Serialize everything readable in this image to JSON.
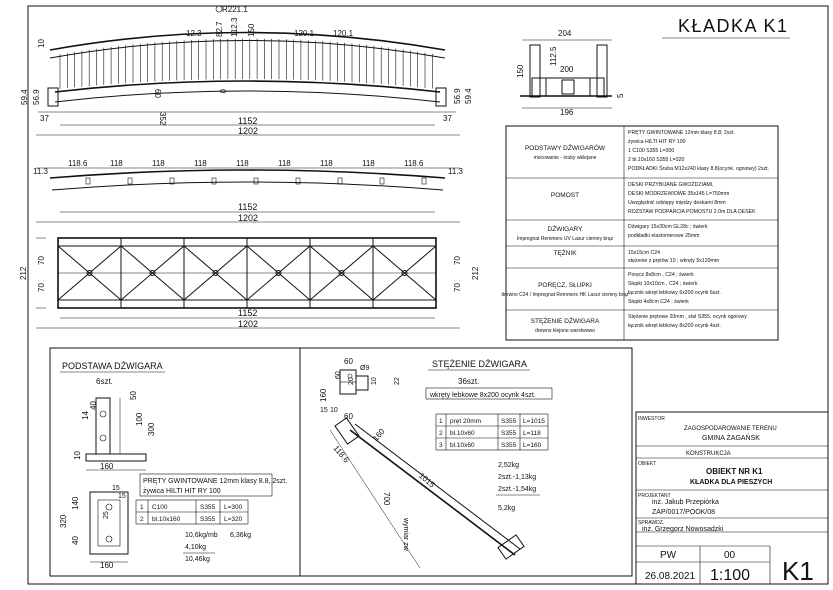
{
  "title": "KŁADKA K1",
  "elevation": {
    "top_radius": "R221.1",
    "dims_top": [
      "12.3",
      "82.7",
      "112.3",
      "150",
      "120.1",
      "120.1"
    ],
    "left_dims": [
      "10",
      "59.4",
      "56.9",
      "37"
    ],
    "right_dims": [
      "59.4",
      "56.9",
      "37"
    ],
    "mid_dims": [
      "60",
      "352",
      "0"
    ],
    "span_inner": "1152",
    "span_total": "1202"
  },
  "section": {
    "top": "204",
    "inner": "200",
    "height": "150",
    "post": "112.5",
    "bottom": "196",
    "side": "5"
  },
  "plan_top": {
    "ends": [
      "11.3",
      "11.3"
    ],
    "segments": [
      "118.6",
      "118",
      "118",
      "118",
      "118",
      "118",
      "118",
      "118",
      "118.6"
    ],
    "span_inner": "1152",
    "span_total": "1202"
  },
  "plan_bottom": {
    "left": [
      "212",
      "70",
      "70"
    ],
    "right": [
      "212",
      "70",
      "70"
    ],
    "span_inner": "1152",
    "span_total": "1202"
  },
  "spec": {
    "rows": [
      {
        "label": "PODSTAWY DŹWIGARÓW",
        "sub": "mocowanie - śruby wklejane",
        "lines": [
          "PRĘTY GWINTOWANE 12mm klasy 8.8; 2szt.",
          "żywica HILTI HIT RY 100",
          "1  C100    S355  L=300",
          "2  bl.10x160   S355  L=320",
          "PODKŁADKI   Śruba M12x240 klasy 8.8(ocynk. ogniowy) 2szt."
        ]
      },
      {
        "label": "POMOST",
        "sub": "",
        "lines": [
          "DESKI PRZYBIJANE GWOŹDZIAMI,",
          "DESKI MODRZEWIOWE 35x145 L=750mm",
          "Uwzględnić odstępy między deskami 8mm",
          "ROZSTAW PODPARCIA POMOSTU 2.0m DLA DESEK"
        ]
      },
      {
        "label": "DŹWIGARY",
        "sub": "Impregnat Remmers UV Lasur ciemny brąz",
        "lines": [
          "Dźwigary 15x30cm GL28c ; świerk",
          "podkładki elastomerowe 25mm"
        ]
      },
      {
        "label": "TĘŻNIK",
        "sub": "",
        "lines": [
          "15x15cm C24",
          "stężenie z prętów 10 ; wkręty 5x120mm"
        ]
      },
      {
        "label": "PORĘCZ, SŁUPKI",
        "sub": "drewno C24 / Impregnat Remmers HK Lasur ciemny brąz",
        "lines": [
          "Poręcz 8x8cm , C24 ; świerk",
          "Słupki 10x10cm , C24 ; świerk",
          "łącznik  wkręt łebkowy 6x200 ocynk  6szt.",
          "Słupki 4x8cm C24 ; świerk"
        ]
      },
      {
        "label": "STĘŻENIE DŹWIGARA",
        "sub": "drewno klejone warstwowo",
        "lines": [
          "Stężenie prętowe 20mm , stal S355, ocynk ogniowy",
          "łącznik  wkręt łebkowy 8x200 ocynk 4szt."
        ]
      }
    ]
  },
  "detail_base": {
    "title": "PODSTAWA DŹWIGARA",
    "qty": "6szt.",
    "dims": [
      "14",
      "40",
      "50",
      "100",
      "300",
      "10",
      "160",
      "320",
      "140",
      "40",
      "160",
      "15",
      "25",
      "15"
    ],
    "rods": "PRĘTY GWINTOWANE 12mm klasy 8.8, 2szt.",
    "resin": "żywica HILTI HIT RY 100",
    "parts": [
      {
        "no": "1",
        "name": "C100",
        "mat": "S355",
        "len": "L=300"
      },
      {
        "no": "2",
        "name": "bl.10x160",
        "mat": "S355",
        "len": "L=320"
      }
    ],
    "weights": [
      "10,6kg/mb",
      "6,36kg",
      "4,10kg",
      "10,46kg"
    ]
  },
  "detail_brace": {
    "title": "STĘŻENIE DŹWIGARA",
    "qty": "36szt.",
    "screws": "wkręty łebkowe 8x200 ocynk 4szt.",
    "dims_top": [
      "60",
      "Ø9",
      "60",
      "20",
      "22",
      "10",
      "160",
      "15",
      "10"
    ],
    "dims_side": [
      "60",
      "118.6",
      "1015",
      "700",
      "160"
    ],
    "parts": [
      {
        "no": "1",
        "name": "pręt 20mm",
        "mat": "S355",
        "len": "L=1015"
      },
      {
        "no": "2",
        "name": "bl.10x60",
        "mat": "S355",
        "len": "L=118"
      },
      {
        "no": "3",
        "name": "bl.10x60",
        "mat": "S355",
        "len": "L=160"
      }
    ],
    "weights": [
      "2,52kg",
      "2szt.-1,13kg",
      "2szt.-1,54kg",
      "5,2kg"
    ],
    "vertical_note": "wymiar zw"
  },
  "titleblock": {
    "investor_label": "INWESTOR",
    "investor": [
      "ZAGOSPODAROWANIE TERENU",
      "GMINA ŻAGAŃSK"
    ],
    "stage": "KONSTRUKCJA",
    "object_label": "OBIEKT",
    "object": [
      "OBIEKT NR K1",
      "KŁADKA DLA PIESZYCH"
    ],
    "designer_label": "PROJEKTANT",
    "designer": [
      "inż. Jakub Przepiórka",
      "ZAP/0017/POOK/08"
    ],
    "checker_label": "SPRAWDZ.",
    "checker": "inż. Grzegorz Nowosadzki",
    "sheet_label": "PW",
    "date": "26.08.2021",
    "number": "00",
    "scale": "1:100",
    "code": "K1"
  }
}
